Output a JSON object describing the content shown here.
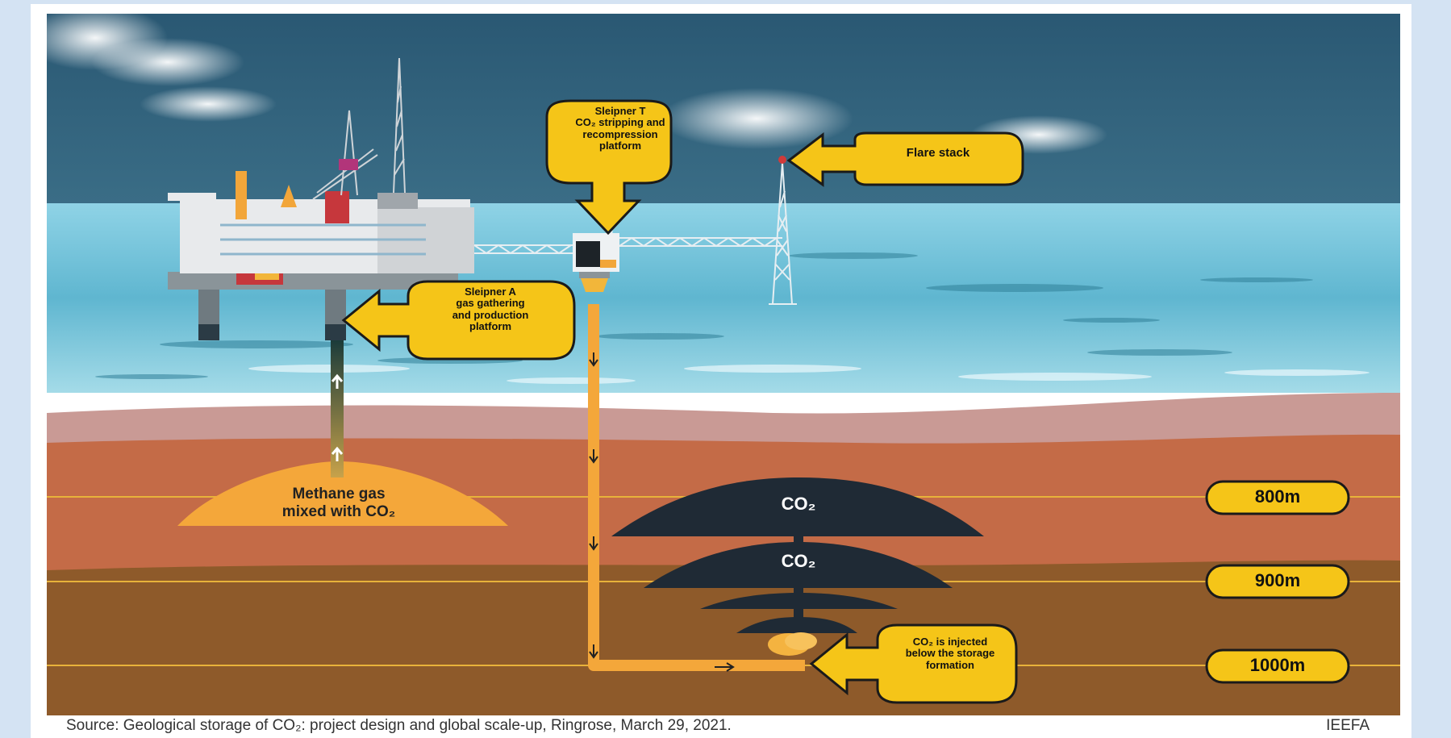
{
  "callouts": {
    "sleipner_t": [
      "Sleipner T",
      "CO₂ stripping and",
      "recompression",
      "platform"
    ],
    "flare_stack": "Flare stack",
    "sleipner_a": [
      "Sleipner A",
      "gas gathering",
      "and production",
      "platform"
    ],
    "injection": [
      "CO₂ is injected",
      "below the storage",
      "formation"
    ]
  },
  "reservoir": {
    "methane_line1": "Methane gas",
    "methane_line2": "mixed with CO₂"
  },
  "plumes": {
    "upper": "CO₂",
    "lower": "CO₂"
  },
  "depths": [
    "800m",
    "900m",
    "1000m"
  ],
  "footer": {
    "source": "Source: Geological storage of CO₂: project design and global scale-up, Ringrose, March 29, 2021.",
    "org": "IEEFA"
  },
  "colors": {
    "sky": "#2f5f78",
    "sea": "#6ec3dc",
    "seabed_pink": "#c99a95",
    "upper_rock": "#c46b47",
    "lower_rock": "#8e5a2a",
    "callout_yellow": "#f5c518",
    "pipe_orange": "#f4a73a",
    "plume_dark": "#1f2a35"
  },
  "icons": [
    "platform-sleipner-a",
    "platform-sleipner-t",
    "flare-stack-tower",
    "arrow-down-icon",
    "arrow-up-icon",
    "arrow-right-icon"
  ]
}
